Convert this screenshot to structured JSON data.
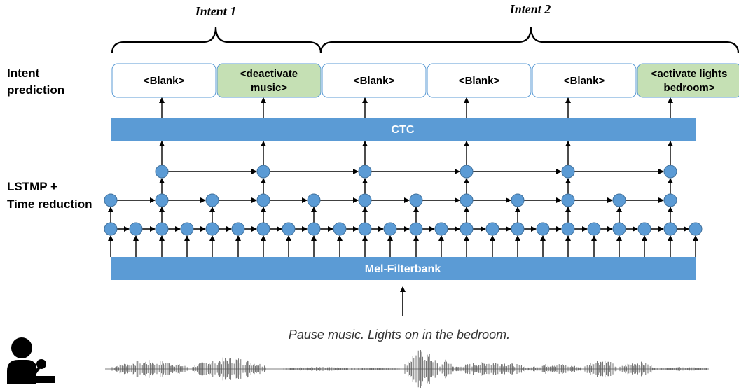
{
  "intents": {
    "intent1": "Intent 1",
    "intent2": "Intent 2"
  },
  "side_labels": {
    "prediction_line1": "Intent",
    "prediction_line2": "prediction",
    "lstm_line1": "LSTMP +",
    "lstm_line2": "Time reduction"
  },
  "prediction_boxes": [
    {
      "lines": [
        "<Blank>"
      ],
      "highlight": false
    },
    {
      "lines": [
        "<deactivate",
        "music>"
      ],
      "highlight": true
    },
    {
      "lines": [
        "<Blank>"
      ],
      "highlight": false
    },
    {
      "lines": [
        "<Blank>"
      ],
      "highlight": false
    },
    {
      "lines": [
        "<Blank>"
      ],
      "highlight": false
    },
    {
      "lines": [
        "<activate lights",
        "bedroom>"
      ],
      "highlight": true
    }
  ],
  "ctc_label": "CTC",
  "filterbank_label": "Mel-Filterbank",
  "utterance": "Pause music. Lights on in the bedroom.",
  "colors": {
    "bar": "#5b9bd5",
    "node": "#5b9bd5",
    "node_stroke": "#41719c",
    "highlight": "#c5e0b4",
    "box_border": "#5b9bd5",
    "waveform": "#555555"
  },
  "icons": {
    "speaker": "person-speaking-icon",
    "waveform": "audio-waveform"
  }
}
